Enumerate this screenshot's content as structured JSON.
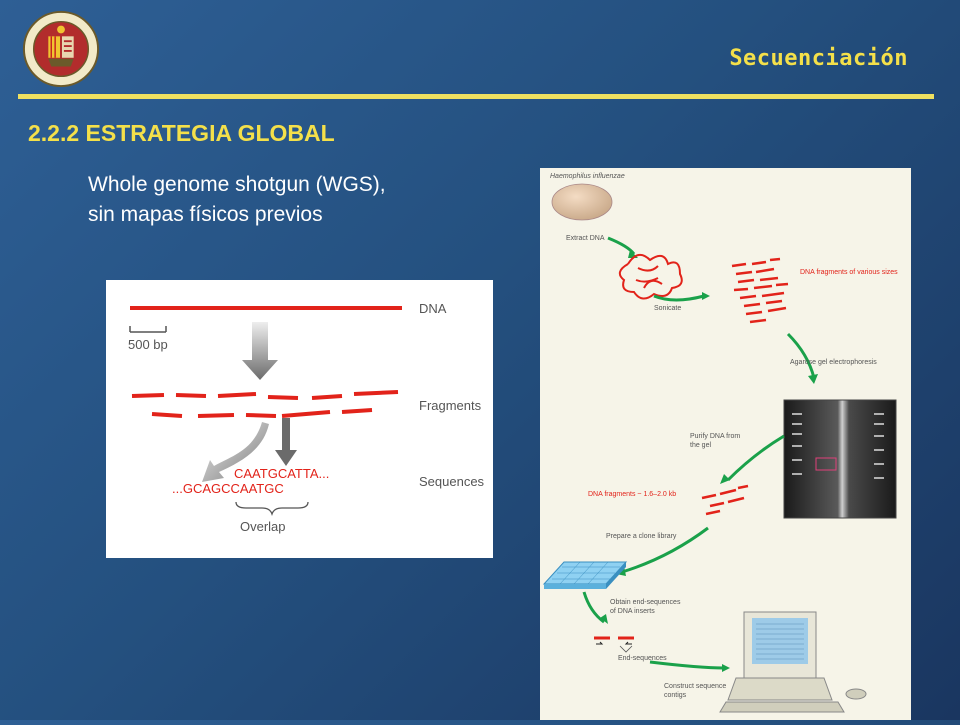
{
  "header": {
    "title": "Secuenciación"
  },
  "section": {
    "heading": "2.2.2 ESTRATEGIA GLOBAL",
    "subtitle_line1": "Whole genome shotgun (WGS),",
    "subtitle_line2": "sin mapas físicos previos"
  },
  "figure_left": {
    "label_dna": "DNA",
    "scale": "500 bp",
    "label_fragments": "Fragments",
    "label_sequences": "Sequences",
    "seq_top": "CAATGCATTA...",
    "seq_bottom": "...GCAGCCAATGC",
    "overlap": "Overlap",
    "colors": {
      "red": "#e2231a",
      "gray": "#6b6b6b"
    }
  },
  "figure_right": {
    "organism": "Haemophilus influenzae",
    "step_extract": "Extract DNA",
    "step_sonicate": "Sonicate",
    "label_fragments": "DNA fragments of various sizes",
    "step_gel": "Agarose gel electrophoresis",
    "step_purify1": "Purify DNA from",
    "step_purify2": "the gel",
    "label_fragments_size": "DNA fragments ~ 1.6–2.0 kb",
    "step_library": "Prepare a clone library",
    "step_obtain1": "Obtain end-sequences",
    "step_obtain2": "of DNA inserts",
    "label_endseq": "End-sequences",
    "step_construct1": "Construct sequence",
    "step_construct2": "contigs",
    "colors": {
      "arrow": "#1aa14a",
      "red": "#e2231a"
    }
  }
}
